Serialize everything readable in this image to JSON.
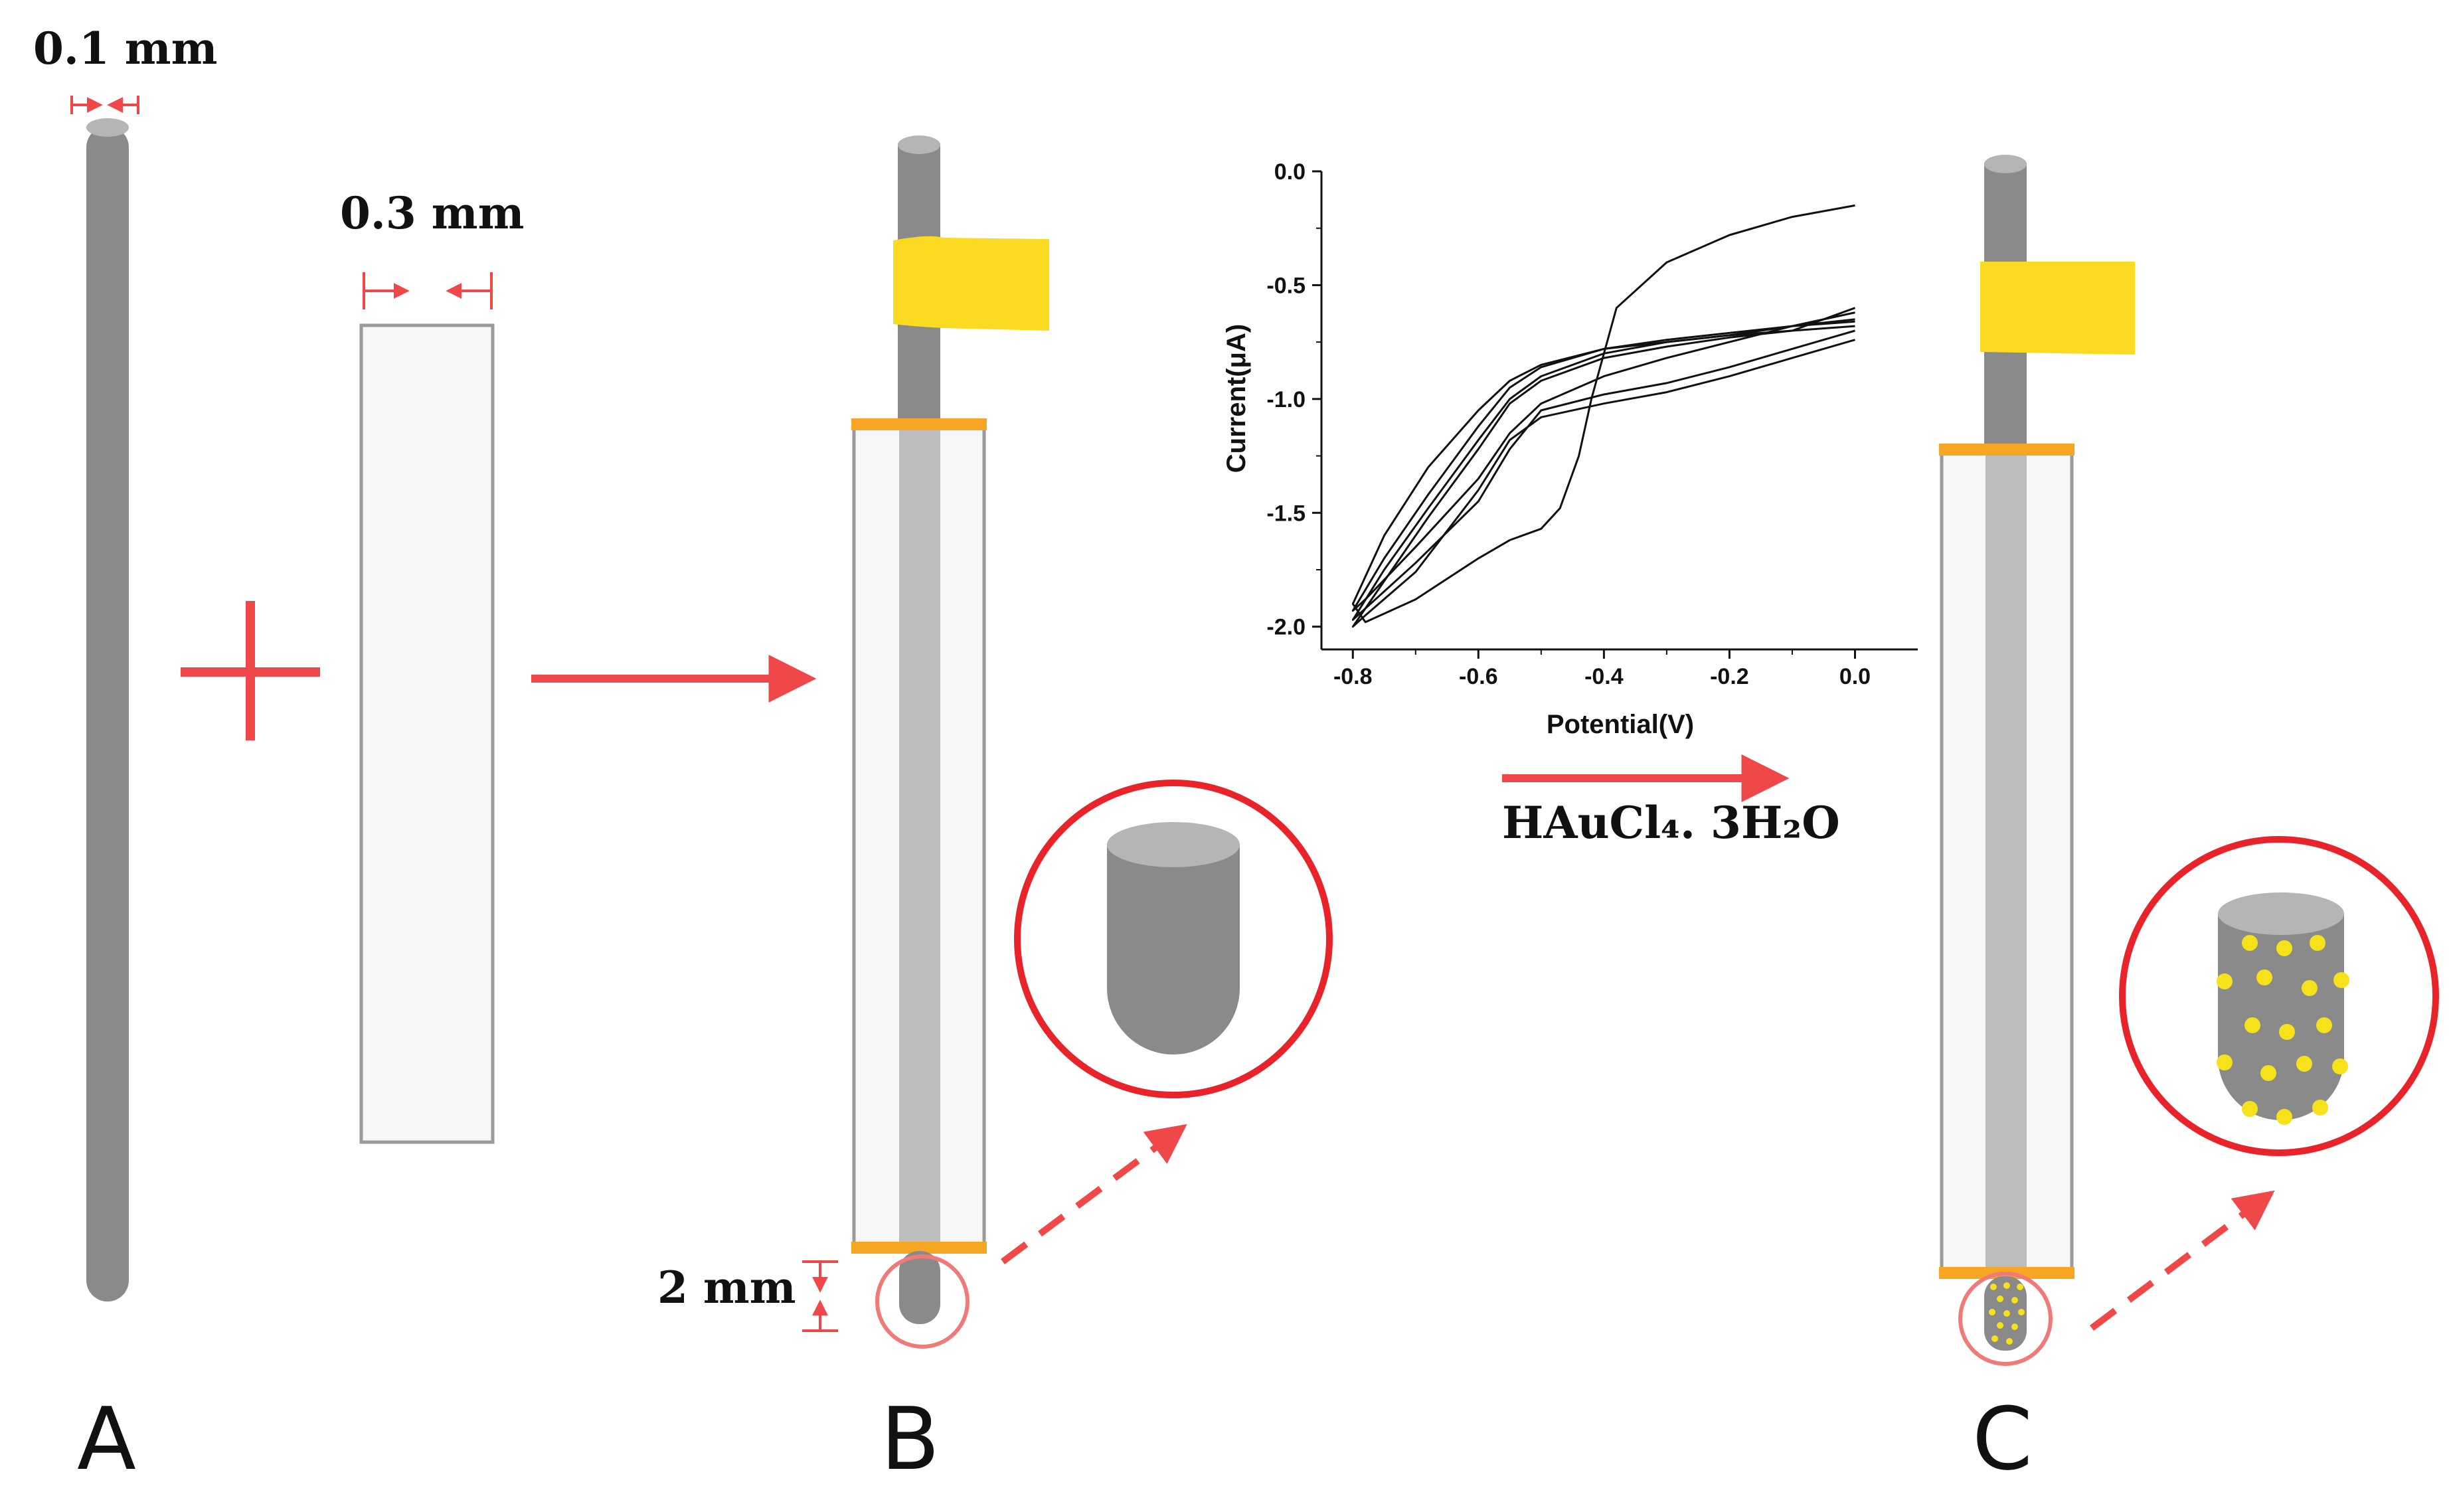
{
  "labels": {
    "wire_diameter": "0.1 mm",
    "capillary_width": "0.3 mm",
    "tip_length": "2 mm",
    "reagent": "HAuCl₄. 3H₂O",
    "panel_a": "A",
    "panel_b": "B",
    "panel_c": "C"
  },
  "colors": {
    "wire": "#8a8a8a",
    "wire_inner": "#bdbdbd",
    "capillary_fill": "#f7f7f7",
    "capillary_border": "#9b9b9b",
    "tape": "#fbdb22",
    "seal": "#f7a623",
    "arrow": "#f04848",
    "circle": "#e8242a",
    "gold": "#f5e21b"
  },
  "chart_data": {
    "type": "line",
    "title": "",
    "xlabel": "Potential(V)",
    "ylabel": "Current(μA)",
    "xlim": [
      -0.85,
      0.1
    ],
    "ylim": [
      -2.1,
      0.0
    ],
    "xticks": [
      -0.8,
      -0.6,
      -0.4,
      -0.2,
      0.0
    ],
    "yticks": [
      0.0,
      -0.5,
      -1.0,
      -1.5,
      -2.0
    ],
    "xtick_labels": [
      "-0.8",
      "-0.6",
      "-0.4",
      "-0.2",
      "0.0"
    ],
    "ytick_labels": [
      "0.0",
      "-0.5",
      "-1.0",
      "-1.5",
      "-2.0"
    ],
    "series": [
      {
        "x": [
          0.0,
          -0.1,
          -0.2,
          -0.3,
          -0.38,
          -0.42,
          -0.44,
          -0.47,
          -0.5,
          -0.55,
          -0.6,
          -0.7,
          -0.78,
          -0.8,
          -0.75,
          -0.68,
          -0.6,
          -0.55,
          -0.5,
          -0.4,
          -0.3,
          -0.2,
          -0.1,
          0.0
        ],
        "y": [
          -0.15,
          -0.2,
          -0.28,
          -0.4,
          -0.6,
          -1.0,
          -1.25,
          -1.48,
          -1.57,
          -1.62,
          -1.7,
          -1.88,
          -1.98,
          -1.9,
          -1.6,
          -1.3,
          -1.05,
          -0.92,
          -0.85,
          -0.78,
          -0.75,
          -0.72,
          -0.7,
          -0.68
        ]
      },
      {
        "x": [
          0.0,
          -0.1,
          -0.2,
          -0.3,
          -0.4,
          -0.5,
          -0.55,
          -0.6,
          -0.7,
          -0.78,
          -0.8,
          -0.75,
          -0.68,
          -0.6,
          -0.55,
          -0.5,
          -0.4,
          -0.3,
          -0.2,
          -0.1,
          0.0
        ],
        "y": [
          -0.62,
          -0.68,
          -0.75,
          -0.82,
          -0.9,
          -1.02,
          -1.15,
          -1.35,
          -1.65,
          -1.88,
          -1.93,
          -1.7,
          -1.42,
          -1.12,
          -0.95,
          -0.86,
          -0.78,
          -0.74,
          -0.71,
          -0.68,
          -0.65
        ]
      },
      {
        "x": [
          0.0,
          -0.1,
          -0.2,
          -0.3,
          -0.4,
          -0.5,
          -0.55,
          -0.6,
          -0.7,
          -0.78,
          -0.8,
          -0.75,
          -0.68,
          -0.6,
          -0.55,
          -0.5,
          -0.4,
          -0.3,
          -0.2,
          -0.1,
          0.0
        ],
        "y": [
          -0.7,
          -0.78,
          -0.86,
          -0.93,
          -0.98,
          -1.05,
          -1.22,
          -1.45,
          -1.72,
          -1.92,
          -1.97,
          -1.75,
          -1.48,
          -1.18,
          -1.0,
          -0.9,
          -0.8,
          -0.75,
          -0.72,
          -0.68,
          -0.66
        ]
      },
      {
        "x": [
          0.0,
          -0.1,
          -0.2,
          -0.3,
          -0.4,
          -0.5,
          -0.55,
          -0.6,
          -0.7,
          -0.78,
          -0.8,
          -0.75,
          -0.68,
          -0.6,
          -0.55,
          -0.5,
          -0.4,
          -0.3,
          -0.2,
          -0.1,
          0.0
        ],
        "y": [
          -0.74,
          -0.82,
          -0.9,
          -0.97,
          -1.02,
          -1.08,
          -1.18,
          -1.4,
          -1.76,
          -1.95,
          -2.0,
          -1.8,
          -1.52,
          -1.22,
          -1.02,
          -0.92,
          -0.82,
          -0.77,
          -0.73,
          -0.7,
          -0.6
        ]
      }
    ]
  }
}
